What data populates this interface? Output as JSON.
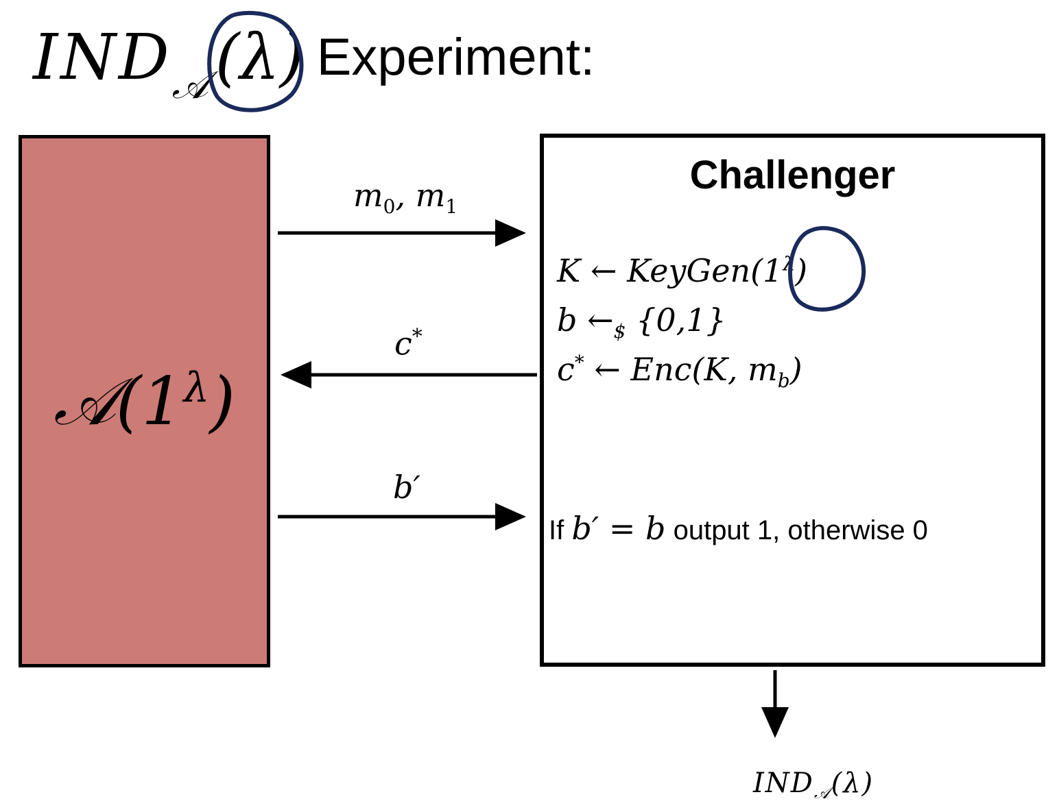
{
  "title": {
    "ind": "IND",
    "subscript": "𝒜",
    "lambda": "(λ)",
    "word": "Experiment:"
  },
  "adversary": {
    "symbol": "𝒜(1",
    "sup": "λ",
    "close": ")"
  },
  "challenger": {
    "title": "Challenger",
    "step1": {
      "lhs": "K ← KeyGen(1",
      "sup": "λ",
      "close": ")"
    },
    "step2": {
      "lhs": "b ←",
      "sub": "$",
      "rhs": " {0,1}"
    },
    "step3": {
      "lhs": "c",
      "sup": "*",
      "mid": " ← Enc(K, m",
      "sub": "b",
      "close": ")"
    },
    "output": {
      "if": "If ",
      "cond": "b′ = b",
      "text": " output 1, otherwise 0"
    }
  },
  "messages": {
    "m": {
      "m0": "m",
      "sub0": "0",
      "sep": ", m",
      "sub1": "1"
    },
    "c": {
      "base": "c",
      "sup": "*"
    },
    "b": "b′"
  },
  "final_output": {
    "ind": "IND",
    "sub": "𝒜",
    "arg": "(λ)"
  },
  "colors": {
    "adversary_fill": "#cd7b76",
    "ink_circle": "#1a2a5a"
  }
}
